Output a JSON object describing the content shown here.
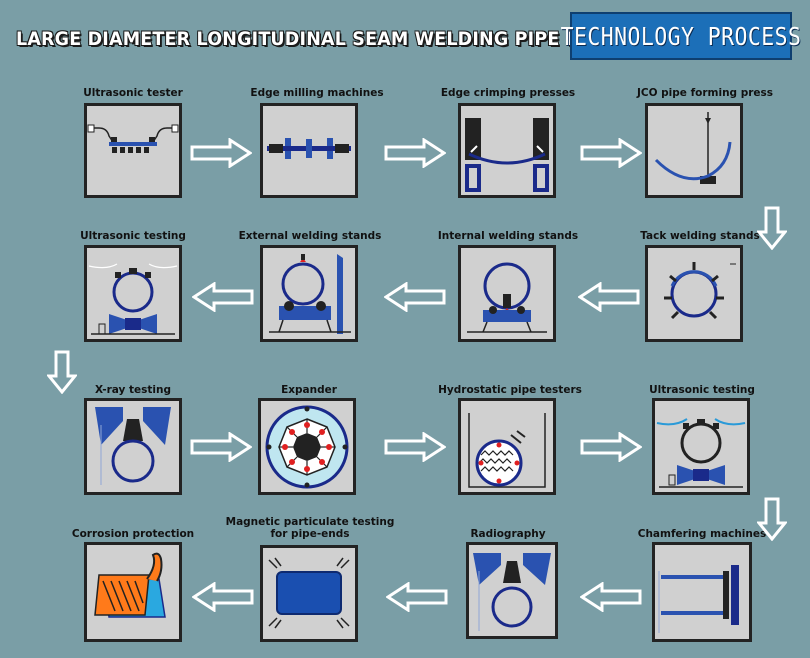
{
  "header": {
    "title": "LARGE DIAMETER LONGITUDINAL SEAM WELDING PIPE PLANTS",
    "badge": "TECHNOLOGY PROCESS"
  },
  "steps": [
    {
      "label": "Ultrasonic tester"
    },
    {
      "label": "Edge milling machines"
    },
    {
      "label": "Edge crimping presses"
    },
    {
      "label": "JCO pipe forming press"
    },
    {
      "label": "Tack welding stands"
    },
    {
      "label": "Internal welding stands"
    },
    {
      "label": "External welding stands"
    },
    {
      "label": "Ultrasonic testing"
    },
    {
      "label": "X-ray testing"
    },
    {
      "label": "Expander"
    },
    {
      "label": "Hydrostatic pipe testers"
    },
    {
      "label": "Ultrasonic testing"
    },
    {
      "label": "Chamfering machines"
    },
    {
      "label": "Radiography"
    },
    {
      "label": "Magnetic particulate testing",
      "label2": "for pipe-ends"
    },
    {
      "label": "Corrosion protection"
    }
  ],
  "colors": {
    "background": "#7a9ea6",
    "box_fill": "#d0d0d0",
    "pipe_blue": "#1a2a8a",
    "accent_blue": "#2a52b0",
    "orange": "#ff7a1a",
    "red": "#e02020"
  }
}
